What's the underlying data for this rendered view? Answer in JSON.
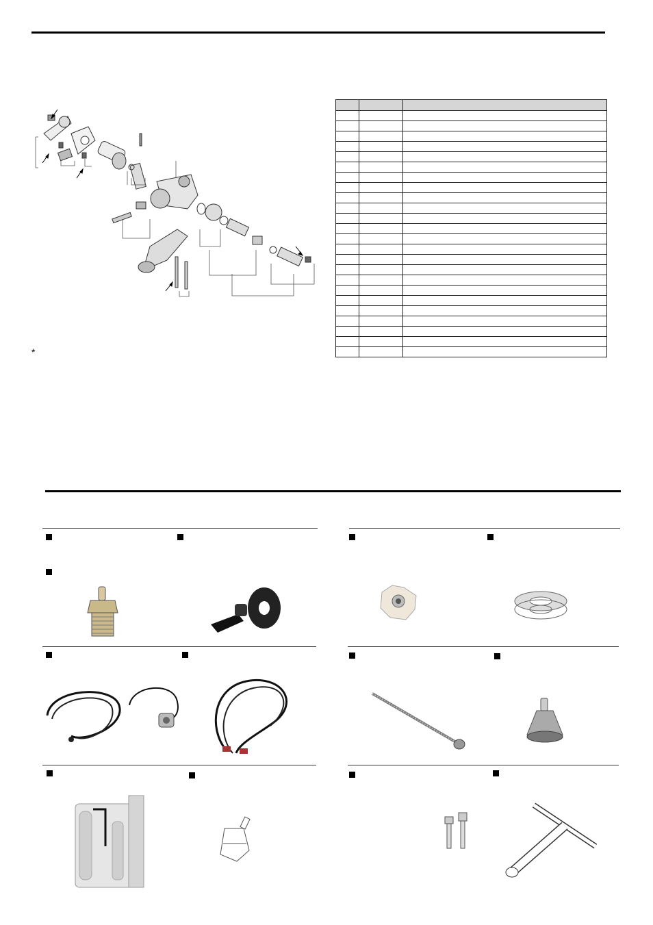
{
  "page": {
    "footnote_marker": "*"
  },
  "parts_table": {
    "header": [
      "",
      "",
      ""
    ],
    "rows": [
      [
        "",
        "",
        ""
      ],
      [
        "",
        "",
        ""
      ],
      [
        "",
        "",
        ""
      ],
      [
        "",
        "",
        ""
      ],
      [
        "",
        "",
        ""
      ],
      [
        "",
        "",
        ""
      ],
      [
        "",
        "",
        ""
      ],
      [
        "",
        "",
        ""
      ],
      [
        "",
        "",
        ""
      ],
      [
        "",
        "",
        ""
      ],
      [
        "",
        "",
        ""
      ],
      [
        "",
        "",
        ""
      ],
      [
        "",
        "",
        ""
      ],
      [
        "",
        "",
        ""
      ],
      [
        "",
        "",
        ""
      ],
      [
        "",
        "",
        ""
      ],
      [
        "",
        "",
        ""
      ],
      [
        "",
        "",
        ""
      ],
      [
        "",
        "",
        ""
      ],
      [
        "",
        "",
        ""
      ],
      [
        "",
        "",
        ""
      ],
      [
        "",
        "",
        ""
      ],
      [
        "",
        "",
        ""
      ],
      [
        "",
        "",
        ""
      ]
    ]
  },
  "accessories": [
    {
      "item": "glow-plug"
    },
    {
      "item": "muffler-pressure-fitting"
    },
    {
      "item": "blind-nut"
    },
    {
      "item": "lock-washers"
    },
    {
      "item": "cable-with-connector"
    },
    {
      "item": "ignition-cable-set"
    },
    {
      "item": "threaded-rod"
    },
    {
      "item": "fuel-clunk-filter"
    },
    {
      "item": "tool-kit-hex-keys"
    },
    {
      "item": "fuel-filter"
    },
    {
      "item": "socket-head-screws"
    },
    {
      "item": "socket-t-wrench"
    }
  ]
}
